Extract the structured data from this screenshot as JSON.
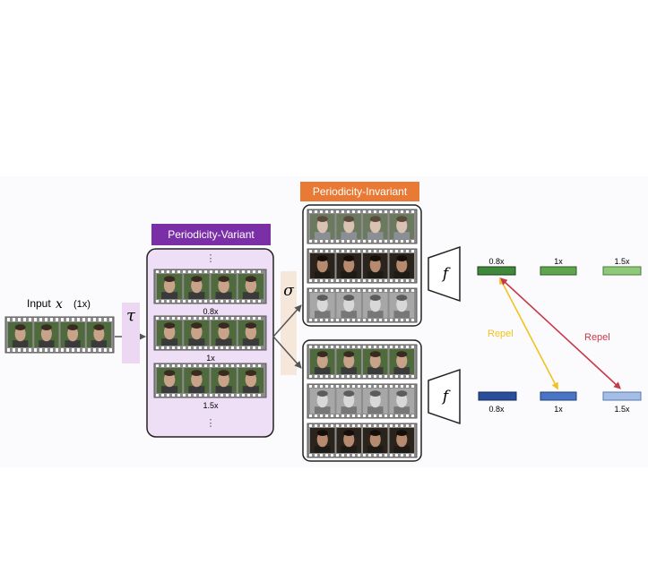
{
  "input": {
    "label": "Input",
    "var": "x",
    "scale": "(1x)"
  },
  "tau": "τ",
  "sigma": "σ",
  "f": "f",
  "variant_title": "Periodicity-Variant",
  "invariant_title": "Periodicity-Invariant",
  "ellipsis": "⋮",
  "variant_strips": [
    "0.8x",
    "1x",
    "1.5x"
  ],
  "speed_labels": [
    "0.8x",
    "1x",
    "1.5x"
  ],
  "repel": [
    "Repel",
    "Repel"
  ],
  "colors": {
    "variant_title_bg": "#7b2fa6",
    "invariant_title_bg": "#e87a36",
    "variant_panel_bg": "#efdff6",
    "tau_bg": "#ecd8f2",
    "sigma_bg": "#f5e8da",
    "green_top": [
      "#3f8a3a",
      "#5ea54d",
      "#8ec97a"
    ],
    "blue_bottom": [
      "#294f9c",
      "#4a74c4",
      "#a5bee5"
    ],
    "repel_yellow": "#f2c21f",
    "repel_red": "#c73a4a"
  }
}
